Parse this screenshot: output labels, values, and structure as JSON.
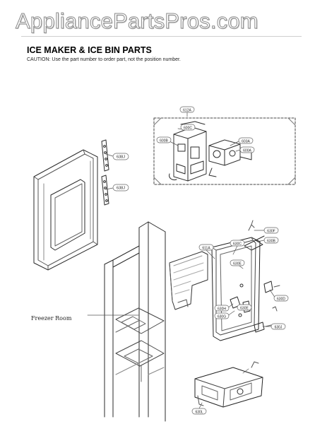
{
  "watermark": "AppliancePartsPros.com",
  "header": {
    "title": "ICE MAKER & ICE BIN PARTS",
    "caution": "CAUTION: Use the part number to order part, not the position number."
  },
  "labels": {
    "freezer_room": "Freezer Room",
    "box_top": "612A"
  },
  "callouts": [
    {
      "id": "600C",
      "text": "600C"
    },
    {
      "id": "600B",
      "text": "600B"
    },
    {
      "id": "603A",
      "text": "603A"
    },
    {
      "id": "600A",
      "text": "600A"
    },
    {
      "id": "638J-top",
      "text": "638J"
    },
    {
      "id": "638J-bottom",
      "text": "638J"
    },
    {
      "id": "630F",
      "text": "630F"
    },
    {
      "id": "630B",
      "text": "630B"
    },
    {
      "id": "611A",
      "text": "611A"
    },
    {
      "id": "630C",
      "text": "630C"
    },
    {
      "id": "630E-top",
      "text": "630E"
    },
    {
      "id": "630H",
      "text": "630H"
    },
    {
      "id": "630E-bottom",
      "text": "630E"
    },
    {
      "id": "630G",
      "text": "630G"
    },
    {
      "id": "630D",
      "text": "630D"
    },
    {
      "id": "630J",
      "text": "630J"
    },
    {
      "id": "630L",
      "text": "630L"
    }
  ]
}
